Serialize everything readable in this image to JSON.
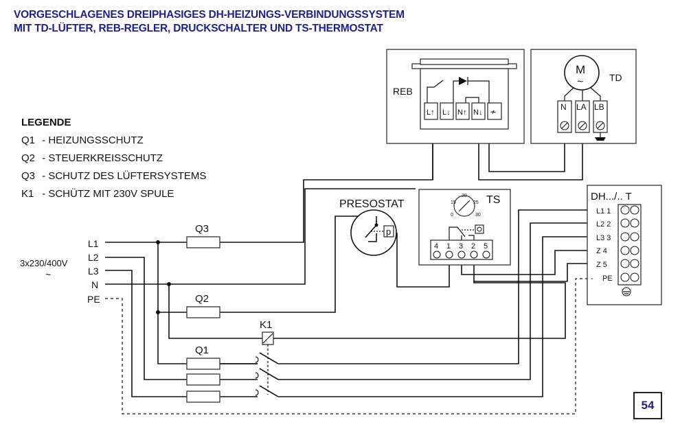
{
  "title": {
    "line1": "VORGESCHLAGENES DREIPHASIGES DH-HEIZUNGS-VERBINDUNGSSYSTEM",
    "line2": "MIT TD-LÜFTER, REB-REGLER, DRUCKSCHALTER UND TS-THERMOSTAT"
  },
  "legend": {
    "title": "LEGENDE",
    "items": [
      {
        "code": "Q1",
        "text": "- HEIZUNGSSCHUTZ"
      },
      {
        "code": "Q2",
        "text": "- STEUERKREISSCHUTZ"
      },
      {
        "code": "Q3",
        "text": "- SCHUTZ DES LÜFTERSYSTEMS"
      },
      {
        "code": "K1",
        "text": "- SCHÜTZ MIT 230V SPULE"
      }
    ]
  },
  "supply": {
    "voltage": "3x230/400V",
    "symbol": "~",
    "lines": [
      "L1",
      "L2",
      "L3",
      "N",
      "PE"
    ]
  },
  "components": {
    "q1": "Q1",
    "q2": "Q2",
    "q3": "Q3",
    "k1": "K1",
    "presostat": "PRESOSTAT",
    "presostat_symbol": "p",
    "ts": "TS",
    "ts_scale": [
      "0",
      "15",
      "20",
      "25",
      "30"
    ],
    "ts_terminals": [
      "4",
      "1",
      "3",
      "2",
      "5"
    ],
    "reb": "REB",
    "reb_terminals": [
      "L↑",
      "L↓",
      "N↑",
      "N↓",
      "≁"
    ],
    "td": "TD",
    "motor_letter": "M",
    "motor_symbol": "~",
    "td_terminals": [
      "N",
      "LA",
      "LB"
    ],
    "dh_title": "DH.../..  T",
    "dh_rows": [
      {
        "label": "L1 1"
      },
      {
        "label": "L2 2"
      },
      {
        "label": "L3 3"
      },
      {
        "label": "Z  4"
      },
      {
        "label": "Z  5"
      },
      {
        "label": "PE"
      }
    ],
    "dh_pe_dash": "-"
  },
  "page_number": "54"
}
